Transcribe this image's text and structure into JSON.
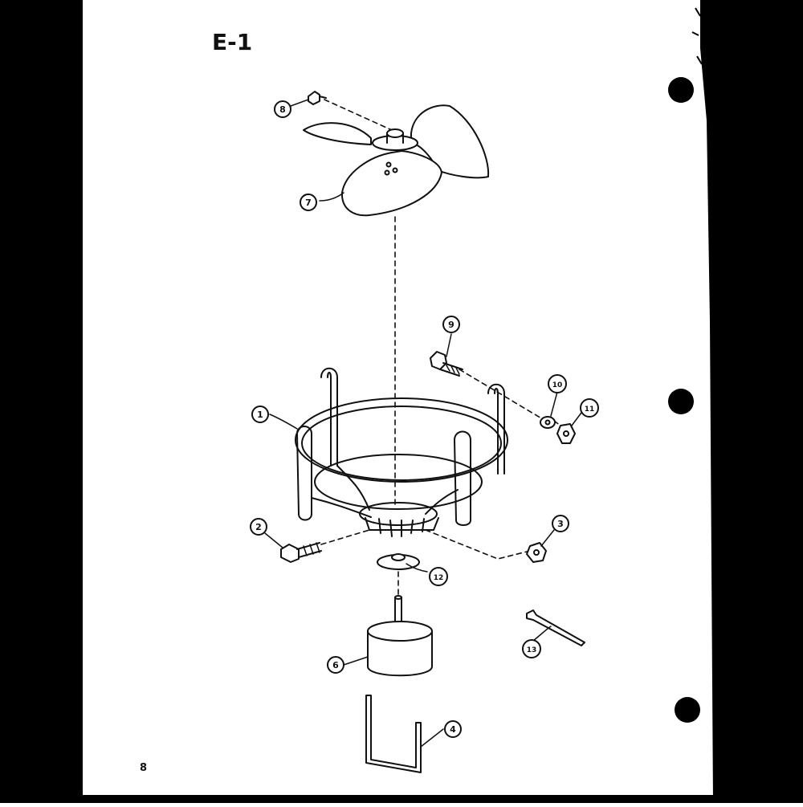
{
  "page": {
    "title": "E-1",
    "page_number": "8"
  },
  "callouts": [
    {
      "id": "c1",
      "label": "1",
      "part": "fan-guard-frame"
    },
    {
      "id": "c2",
      "label": "2",
      "part": "bolt"
    },
    {
      "id": "c3",
      "label": "3",
      "part": "nut"
    },
    {
      "id": "c4",
      "label": "4",
      "part": "bracket"
    },
    {
      "id": "c5",
      "label": "6",
      "part": "motor"
    },
    {
      "id": "c6",
      "label": "7",
      "part": "fan-blade"
    },
    {
      "id": "c7",
      "label": "8",
      "part": "blade-set-screw"
    },
    {
      "id": "c8",
      "label": "9",
      "part": "bolt"
    },
    {
      "id": "c9",
      "label": "10",
      "part": "washer"
    },
    {
      "id": "c10",
      "label": "11",
      "part": "nut"
    },
    {
      "id": "c11",
      "label": "12",
      "part": "grommet"
    },
    {
      "id": "c12",
      "label": "13",
      "part": "wire-tie"
    }
  ],
  "colors": {
    "ink": "#111111",
    "paper": "#ffffff",
    "edge": "#000000"
  }
}
